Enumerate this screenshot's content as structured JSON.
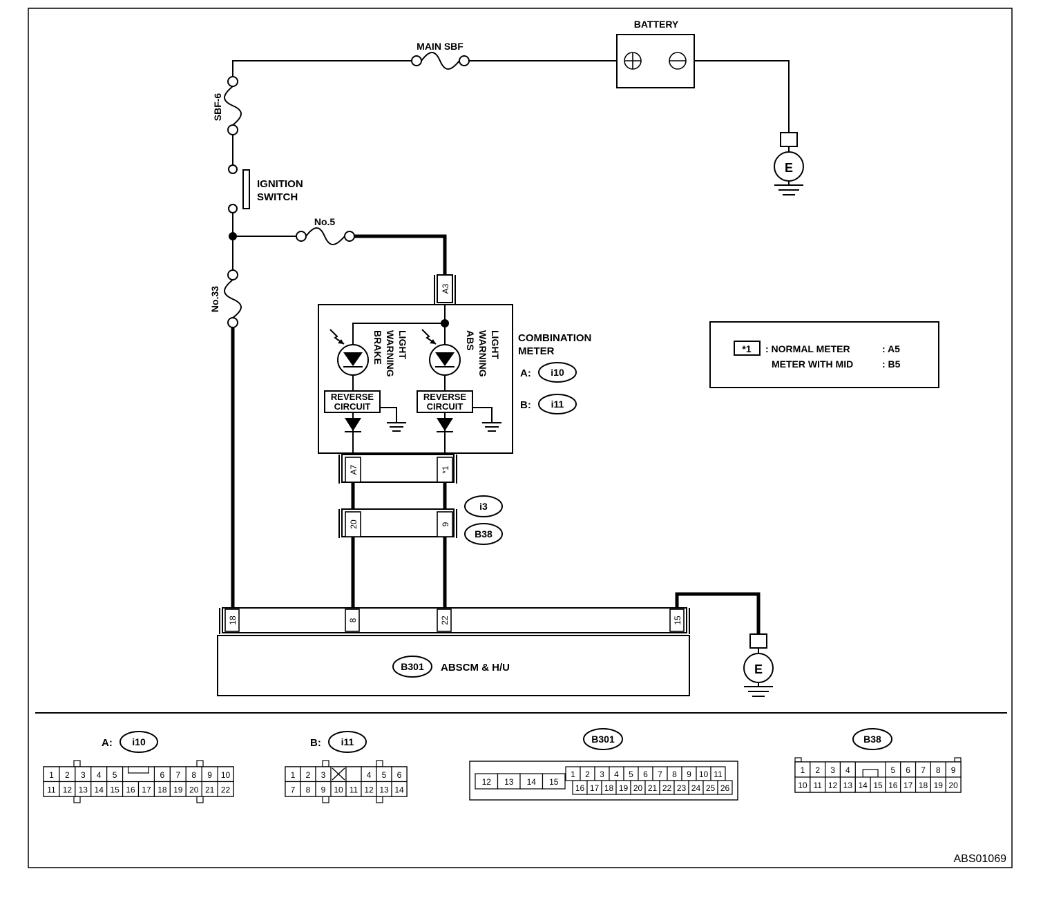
{
  "labels": {
    "battery": "BATTERY",
    "main_sbf": "MAIN SBF",
    "sbf6": "SBF-6",
    "ignition_switch_1": "IGNITION",
    "ignition_switch_2": "SWITCH",
    "fuse_no5": "No.5",
    "fuse_no33": "No.33",
    "ground": "E",
    "combination_meter_1": "COMBINATION",
    "combination_meter_2": "METER",
    "brake_warning_light": [
      "BRAKE",
      "WARNING",
      "LIGHT"
    ],
    "abs_warning_light": [
      "ABS",
      "WARNING",
      "LIGHT"
    ],
    "reverse_circuit_1": "REVERSE",
    "reverse_circuit_2": "CIRCUIT",
    "absscm": "ABSCM & H/U",
    "part_number": "ABS01069"
  },
  "connectors": {
    "A_prefix": "A:",
    "B_prefix": "B:",
    "i10": "i10",
    "i11": "i11",
    "i3": "i3",
    "B38": "B38",
    "B301": "B301"
  },
  "pins": {
    "A3": "A3",
    "A7": "A7",
    "star1": "*1",
    "p20": "20",
    "p9": "9",
    "p18": "18",
    "p8": "8",
    "p22": "22",
    "p15": "15"
  },
  "legend": {
    "key": "*1",
    "row1_label": ": NORMAL METER",
    "row1_value": ": A5",
    "row2_label": "METER WITH MID",
    "row2_value": ": B5"
  },
  "connector_views": {
    "i10_row1": [
      "1",
      "2",
      "3",
      "4",
      "5",
      "6",
      "7",
      "8",
      "9",
      "10"
    ],
    "i10_row2": [
      "11",
      "12",
      "13",
      "14",
      "15",
      "16",
      "17",
      "18",
      "19",
      "20",
      "21",
      "22"
    ],
    "i11_row1": [
      "1",
      "2",
      "3",
      "4",
      "5",
      "6"
    ],
    "i11_row2": [
      "7",
      "8",
      "9",
      "10",
      "11",
      "12",
      "13",
      "14"
    ],
    "b301_left": [
      "12",
      "13",
      "14",
      "15"
    ],
    "b301_row1": [
      "1",
      "2",
      "3",
      "4",
      "5",
      "6",
      "7",
      "8",
      "9",
      "10",
      "11"
    ],
    "b301_row2": [
      "16",
      "17",
      "18",
      "19",
      "20",
      "21",
      "22",
      "23",
      "24",
      "25",
      "26"
    ],
    "b38_row1": [
      "1",
      "2",
      "3",
      "4",
      "5",
      "6",
      "7",
      "8",
      "9"
    ],
    "b38_row2": [
      "10",
      "11",
      "12",
      "13",
      "14",
      "15",
      "16",
      "17",
      "18",
      "19",
      "20"
    ]
  }
}
